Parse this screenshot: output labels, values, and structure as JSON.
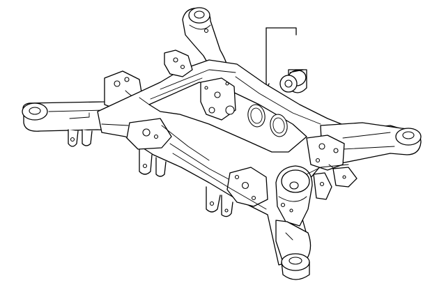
{
  "diagram": {
    "parts": [
      {
        "id": "subframe",
        "icon": "crossmember-subframe-icon"
      },
      {
        "id": "bushing",
        "icon": "bushing-icon"
      },
      {
        "id": "callout",
        "icon": "leader-line-icon"
      }
    ],
    "line_color": "#000000",
    "background": "#ffffff"
  }
}
